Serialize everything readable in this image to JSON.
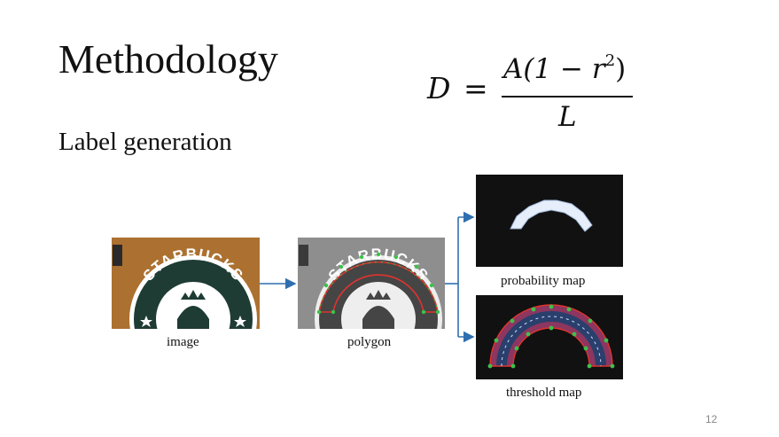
{
  "slide": {
    "title": "Methodology",
    "subtitle": "Label generation",
    "page_number": "12"
  },
  "formula": {
    "lhs": "D",
    "equals": "=",
    "numerator_prefix": "A(1 − ",
    "numerator_var": "r",
    "numerator_exp": "2",
    "numerator_suffix": ")",
    "denominator": "L"
  },
  "figure": {
    "captions": {
      "image": "image",
      "polygon": "polygon",
      "probability_map": "probability map",
      "threshold_map": "threshold map"
    },
    "logo_text": "STARBUCKS",
    "colors": {
      "arrow": "#2f6fb0",
      "polygon_outline": "#e0342e",
      "polygon_vertices": "#3cc24a",
      "map_background": "#111111"
    }
  }
}
